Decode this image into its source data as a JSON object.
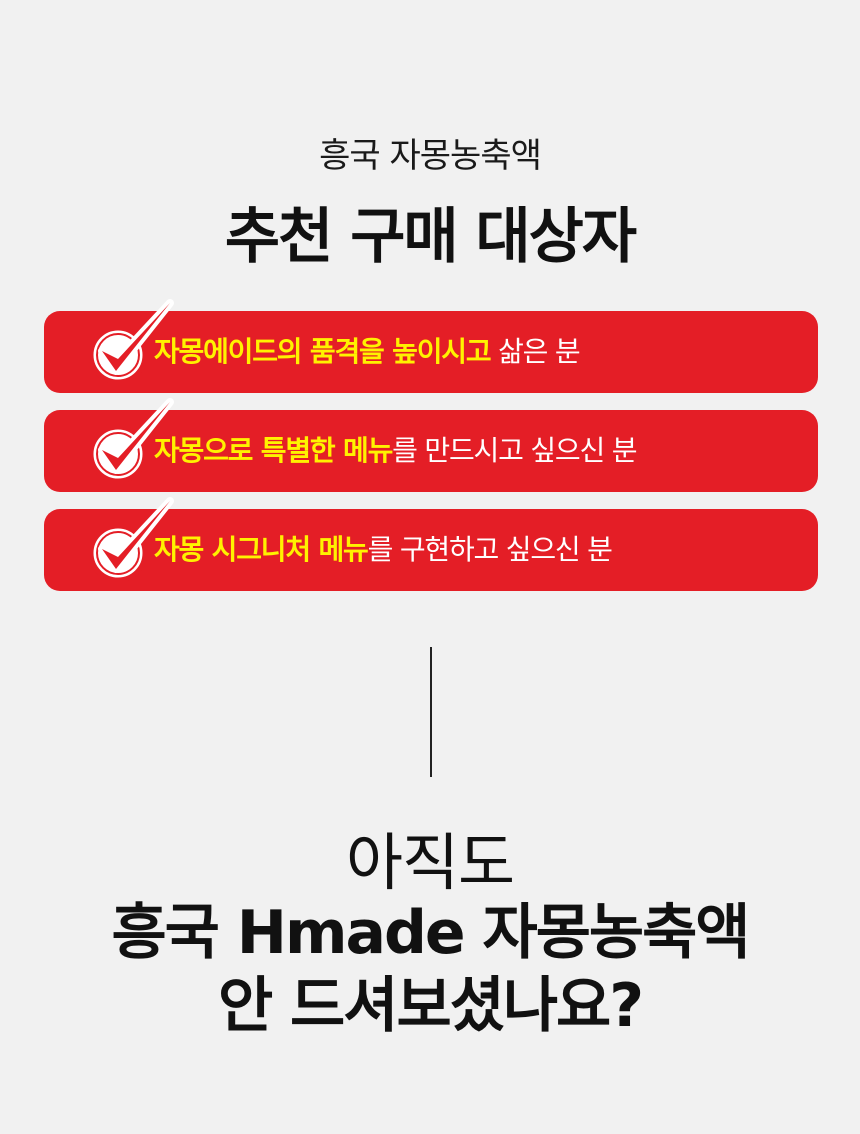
{
  "header": {
    "subtitle": "흥국 자몽농축액",
    "title": "추천 구매 대상자"
  },
  "items": [
    {
      "parts": [
        {
          "text": "자몽에이드의 ",
          "highlight": true
        },
        {
          "text": "품격을 높이시고",
          "highlight": true
        },
        {
          "text": " 삶은 분",
          "highlight": false
        }
      ]
    },
    {
      "parts": [
        {
          "text": "자몽으로 ",
          "highlight": true
        },
        {
          "text": "특별한 메뉴",
          "highlight": true
        },
        {
          "text": "를 만드시고 싶으신 분",
          "highlight": false
        }
      ]
    },
    {
      "parts": [
        {
          "text": "자몽 시그니처 메뉴",
          "highlight": true
        },
        {
          "text": "를 구현하고 싶으신 분",
          "highlight": false
        }
      ]
    }
  ],
  "question": {
    "line1": "아직도",
    "line2": "흥국 Hmade 자몽농축액",
    "line3": "안 드셔보셨나요?"
  },
  "colors": {
    "background": "#f1f1f1",
    "bar": "#e41e26",
    "highlight": "#fff200",
    "plain": "#ffffff",
    "text": "#111111"
  },
  "icons": [
    "check-mark-icon"
  ]
}
